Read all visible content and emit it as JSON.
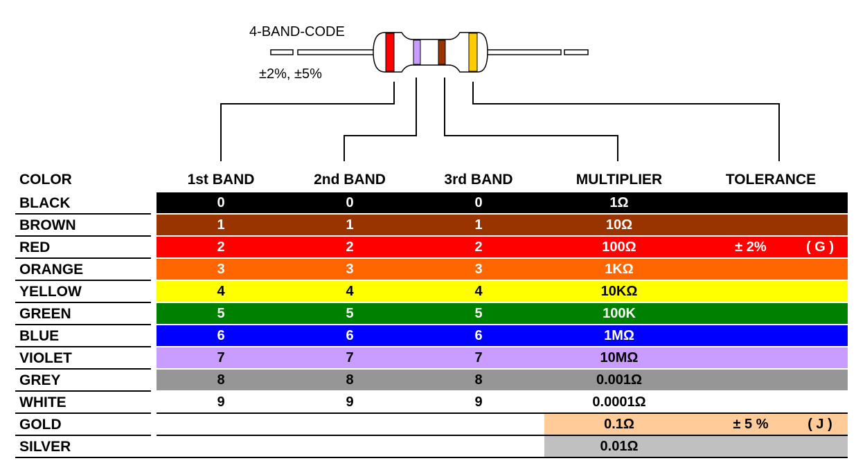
{
  "diagram": {
    "code_title": "4-BAND-CODE",
    "tolerance_note": "±2%, ±5%",
    "resistor_bands": [
      "#ff0000",
      "#c99cff",
      "#993300",
      "#ffcc00"
    ],
    "body_color": "#ffffff"
  },
  "table": {
    "headers": {
      "color": "COLOR",
      "band1": "1st BAND",
      "band2": "2nd BAND",
      "band3": "3rd BAND",
      "multiplier": "MULTIPLIER",
      "tolerance": "TOLERANCE"
    },
    "rows": [
      {
        "name": "BLACK",
        "bg": "#000000",
        "fg": "#ffffff",
        "b1": "0",
        "b2": "0",
        "b3": "0",
        "mult": "1Ω",
        "tol": "",
        "code": ""
      },
      {
        "name": "BROWN",
        "bg": "#993300",
        "fg": "#ffffff",
        "b1": "1",
        "b2": "1",
        "b3": "1",
        "mult": "10Ω",
        "tol": "",
        "code": ""
      },
      {
        "name": "RED",
        "bg": "#ff0000",
        "fg": "#ffffff",
        "b1": "2",
        "b2": "2",
        "b3": "2",
        "mult": "100Ω",
        "tol": "± 2%",
        "code": "( G )"
      },
      {
        "name": "ORANGE",
        "bg": "#ff6600",
        "fg": "#ffffff",
        "b1": "3",
        "b2": "3",
        "b3": "3",
        "mult": "1KΩ",
        "tol": "",
        "code": ""
      },
      {
        "name": "YELLOW",
        "bg": "#ffff00",
        "fg": "#000000",
        "b1": "4",
        "b2": "4",
        "b3": "4",
        "mult": "10KΩ",
        "tol": "",
        "code": ""
      },
      {
        "name": "GREEN",
        "bg": "#008000",
        "fg": "#ffffff",
        "b1": "5",
        "b2": "5",
        "b3": "5",
        "mult": "100K",
        "tol": "",
        "code": ""
      },
      {
        "name": "BLUE",
        "bg": "#0000ff",
        "fg": "#ffffff",
        "b1": "6",
        "b2": "6",
        "b3": "6",
        "mult": "1MΩ",
        "tol": "",
        "code": ""
      },
      {
        "name": "VIOLET",
        "bg": "#c99cff",
        "fg": "#000000",
        "b1": "7",
        "b2": "7",
        "b3": "7",
        "mult": "10MΩ",
        "tol": "",
        "code": ""
      },
      {
        "name": "GREY",
        "bg": "#969696",
        "fg": "#000000",
        "b1": "8",
        "b2": "8",
        "b3": "8",
        "mult": "0.001Ω",
        "tol": "",
        "code": ""
      },
      {
        "name": "WHITE",
        "bg": "#ffffff",
        "fg": "#000000",
        "b1": "9",
        "b2": "9",
        "b3": "9",
        "mult": "0.0001Ω",
        "tol": "",
        "code": ""
      },
      {
        "name": "GOLD",
        "bg": "#ffcc99",
        "fg": "#000000",
        "b1": "",
        "b2": "",
        "b3": "",
        "mult": "0.1Ω",
        "tol": "± 5 %",
        "code": "( J )"
      },
      {
        "name": "SILVER",
        "bg": "#c0c0c0",
        "fg": "#000000",
        "b1": "",
        "b2": "",
        "b3": "",
        "mult": "0.01Ω",
        "tol": "",
        "code": ""
      }
    ]
  }
}
